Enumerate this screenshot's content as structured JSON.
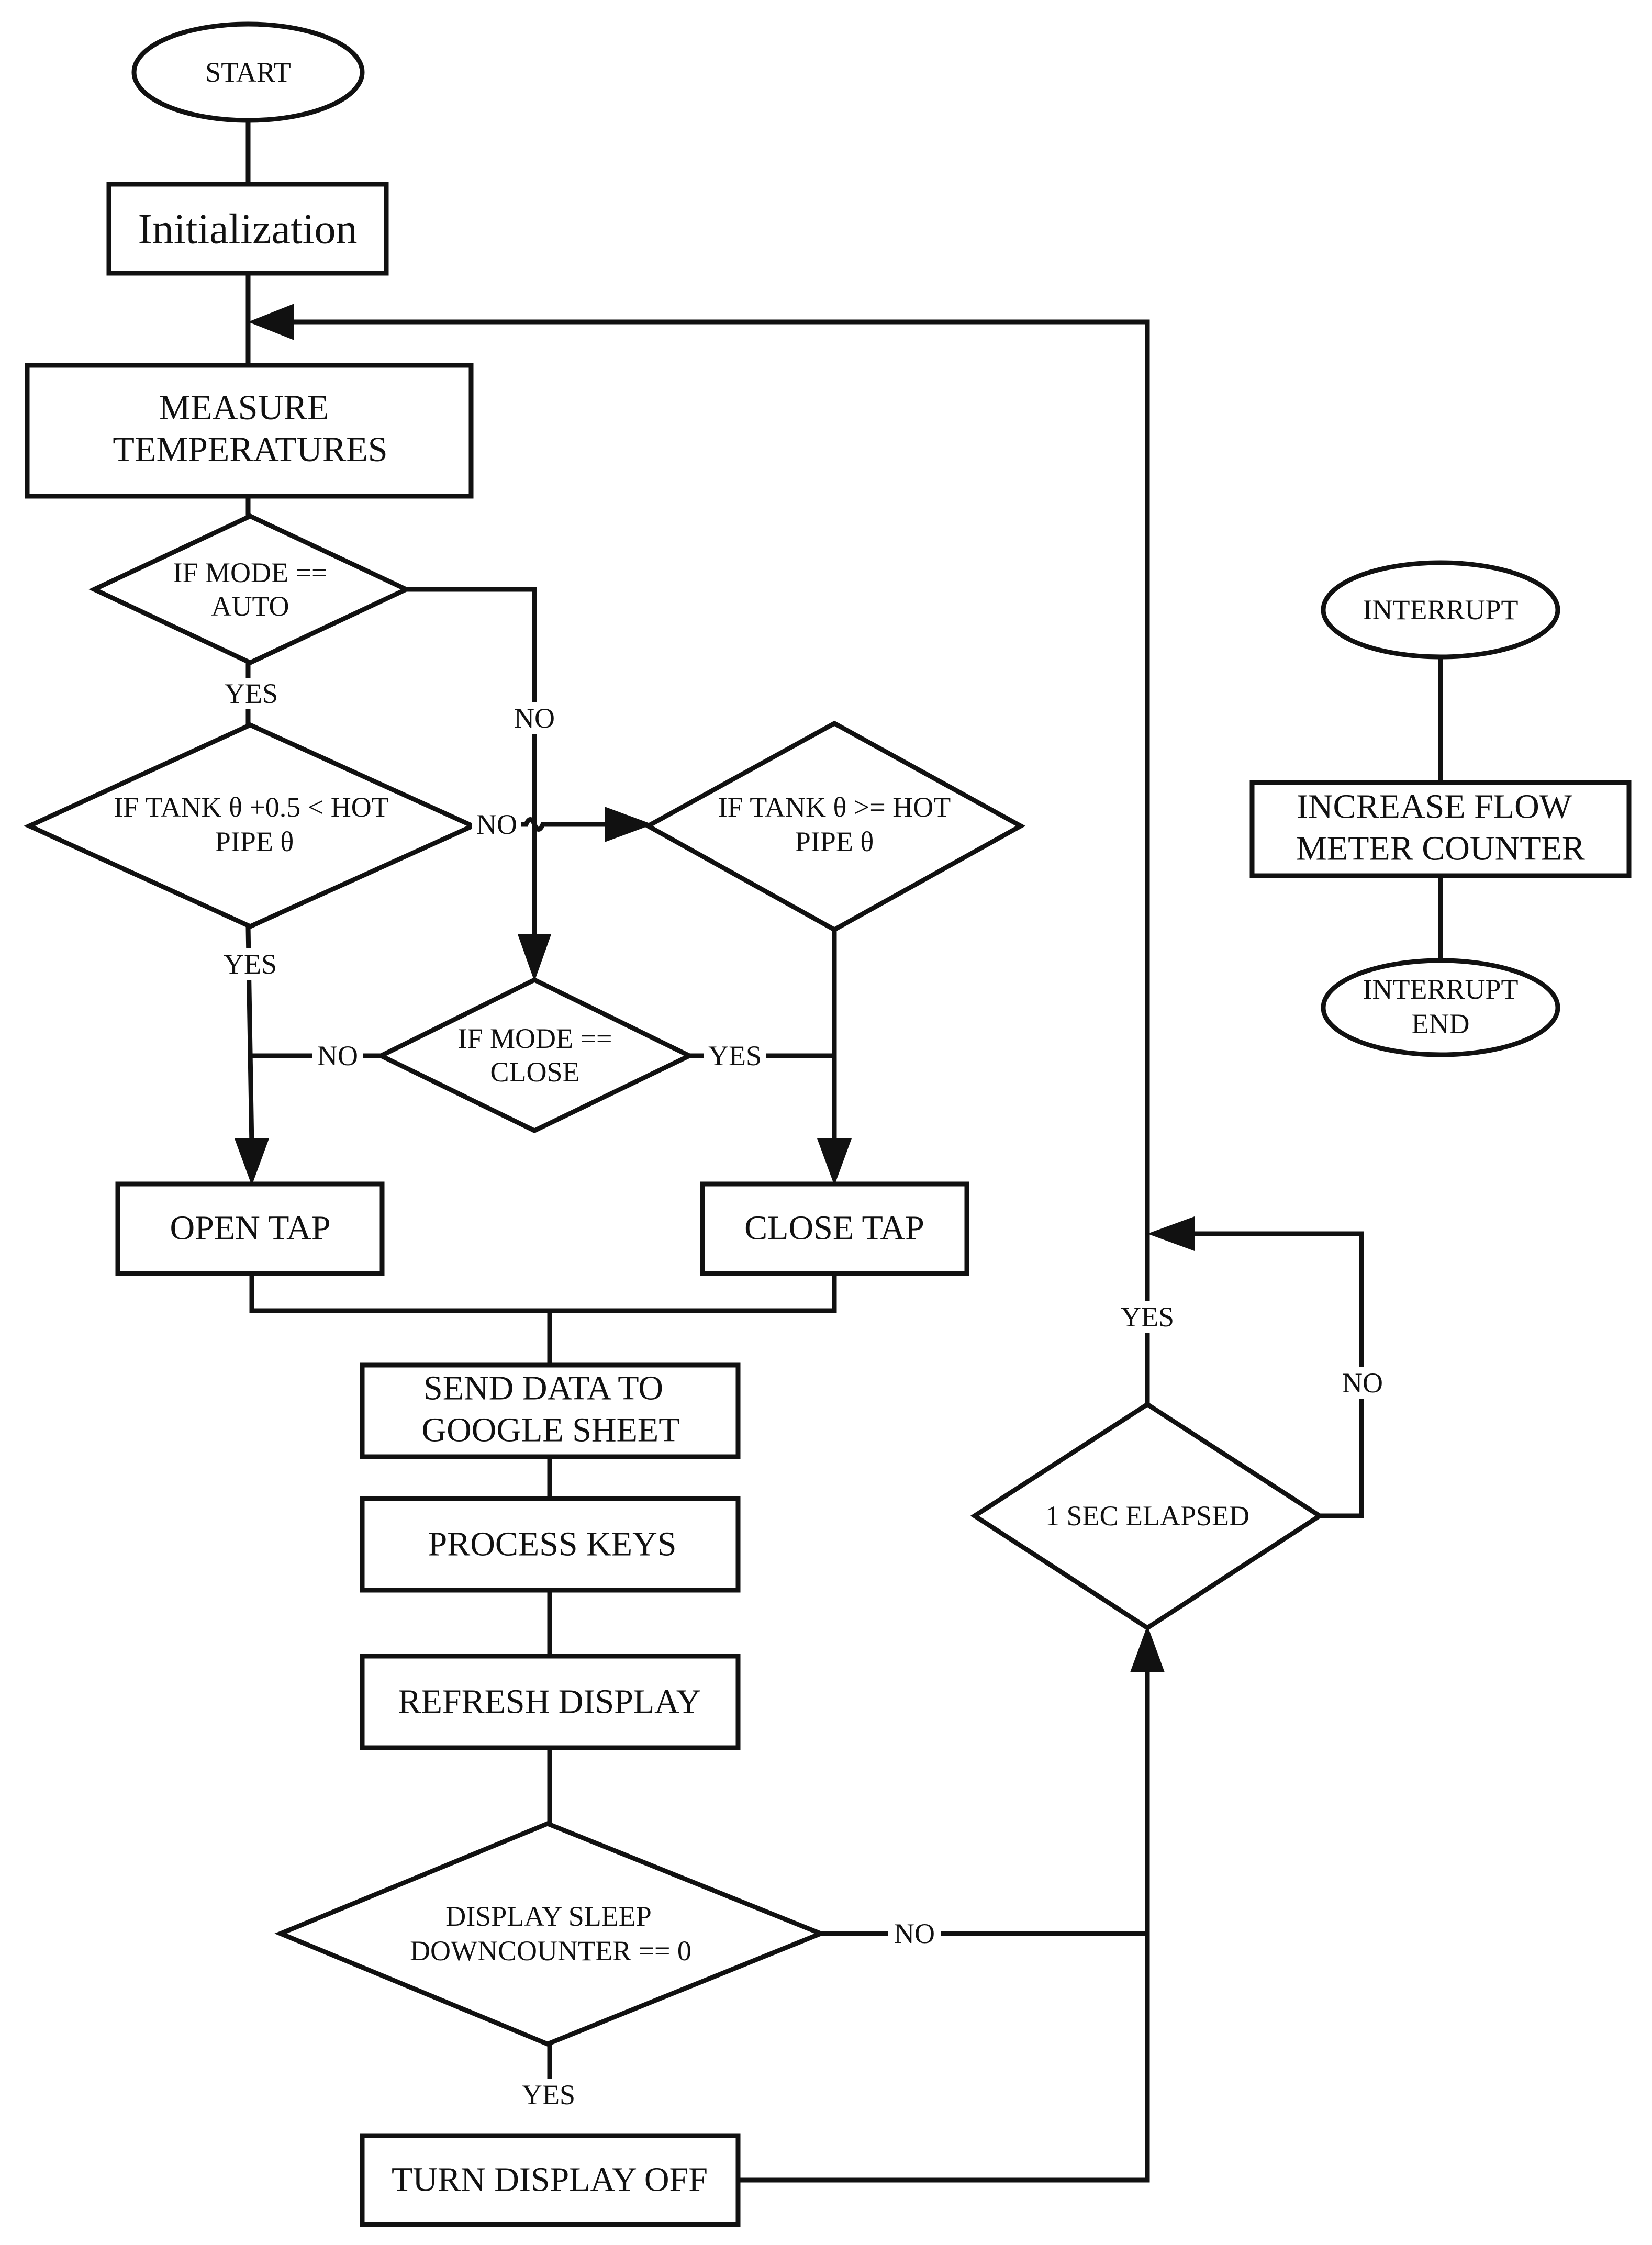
{
  "flowchart": {
    "start": "START",
    "init": "Initialization",
    "measure": [
      "MEASURE",
      "TEMPERATURES"
    ],
    "mode_auto": [
      "IF MODE ==",
      "AUTO"
    ],
    "tank_lt": [
      "IF TANK θ +0.5 < HOT",
      "PIPE θ"
    ],
    "tank_ge": [
      "IF TANK θ >= HOT",
      "PIPE θ"
    ],
    "mode_close": [
      "IF MODE ==",
      "CLOSE"
    ],
    "open_tap": "OPEN TAP",
    "close_tap": "CLOSE TAP",
    "send_data": [
      "SEND DATA TO",
      "GOOGLE SHEET"
    ],
    "process_keys": "PROCESS KEYS",
    "refresh": "REFRESH DISPLAY",
    "sleep": [
      "DISPLAY SLEEP",
      "DOWNCOUNTER == 0"
    ],
    "display_off": "TURN DISPLAY OFF",
    "elapsed": "1 SEC ELAPSED",
    "interrupt": "INTERRUPT",
    "flow_counter": [
      "INCREASE FLOW",
      "METER COUNTER"
    ],
    "interrupt_end": [
      "INTERRUPT",
      "END"
    ]
  },
  "labels": {
    "yes": "YES",
    "no": "NO"
  },
  "colors": {
    "stroke": "#111111",
    "background": "#ffffff"
  }
}
